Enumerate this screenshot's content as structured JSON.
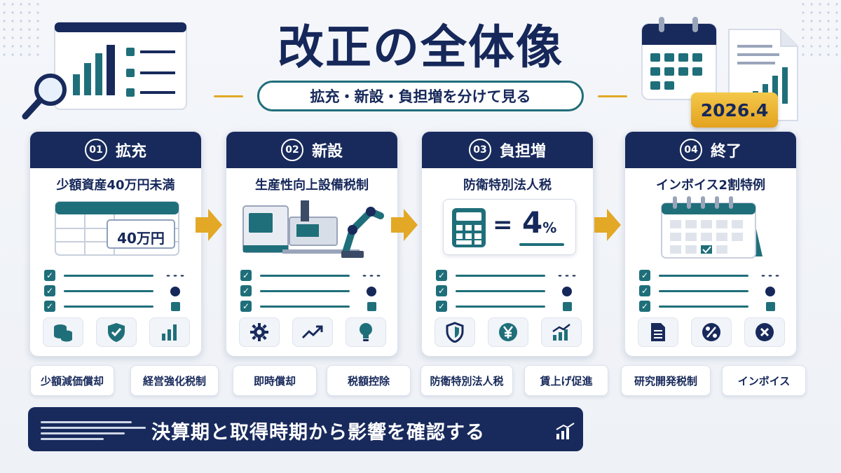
{
  "title": "改正の全体像",
  "subtitle": "拡充・新設・負担増を分けて見る",
  "date_badge": "2026.4",
  "cards": [
    {
      "num": "01",
      "category": "拡充",
      "item": "少額資産40万円未満",
      "visual_value": "40万円",
      "icons": [
        "coins-icon",
        "shield-check-icon",
        "bar-chart-icon"
      ]
    },
    {
      "num": "02",
      "category": "新設",
      "item": "生産性向上設備税制",
      "icons": [
        "gear-icon",
        "trend-up-icon",
        "lightbulb-icon"
      ]
    },
    {
      "num": "03",
      "category": "負担増",
      "item": "防衛特別法人税",
      "visual_eq": "=",
      "visual_value": "4",
      "visual_unit": "%",
      "icons": [
        "shield-icon",
        "yen-icon",
        "growth-chart-icon"
      ]
    },
    {
      "num": "04",
      "category": "終了",
      "item": "インボイス2割特例",
      "icons": [
        "document-icon",
        "percent-icon",
        "close-icon"
      ]
    }
  ],
  "chips": [
    "少額減価償却",
    "経営強化税制",
    "即時償却",
    "税額控除",
    "防衛特別法人税",
    "賃上げ促進",
    "研究開発税制",
    "インボイス"
  ],
  "banner": "決算期と取得時期から影響を確認する",
  "colors": {
    "navy": "#182a5c",
    "teal": "#1f6f7a",
    "gold": "#e2a826"
  }
}
